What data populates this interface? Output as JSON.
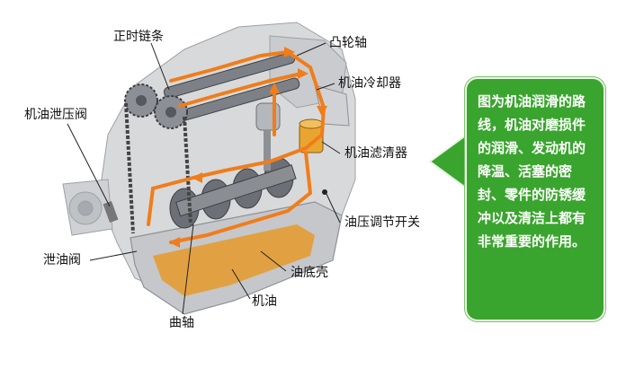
{
  "labels": {
    "timing_chain": "正时链条",
    "camshaft": "凸轮轴",
    "oil_relief_valve": "机油泄压阀",
    "oil_cooler": "机油冷却器",
    "oil_filter": "机油滤清器",
    "pressure_switch": "油压调节开关",
    "drain_valve": "泄油阀",
    "oil_pan": "油底壳",
    "engine_oil": "机油",
    "crankshaft": "曲轴"
  },
  "callout": {
    "text": "图为机油润滑的路线，机油对磨损件的润滑、发动机的降温、活塞的密封、零件的防锈缓冲以及清洁上都有非常重要的作用。"
  },
  "colors": {
    "callout_bg": "#3aa52e",
    "oil_flow": "#f07d1a",
    "oil_pool": "#e59a2a"
  }
}
